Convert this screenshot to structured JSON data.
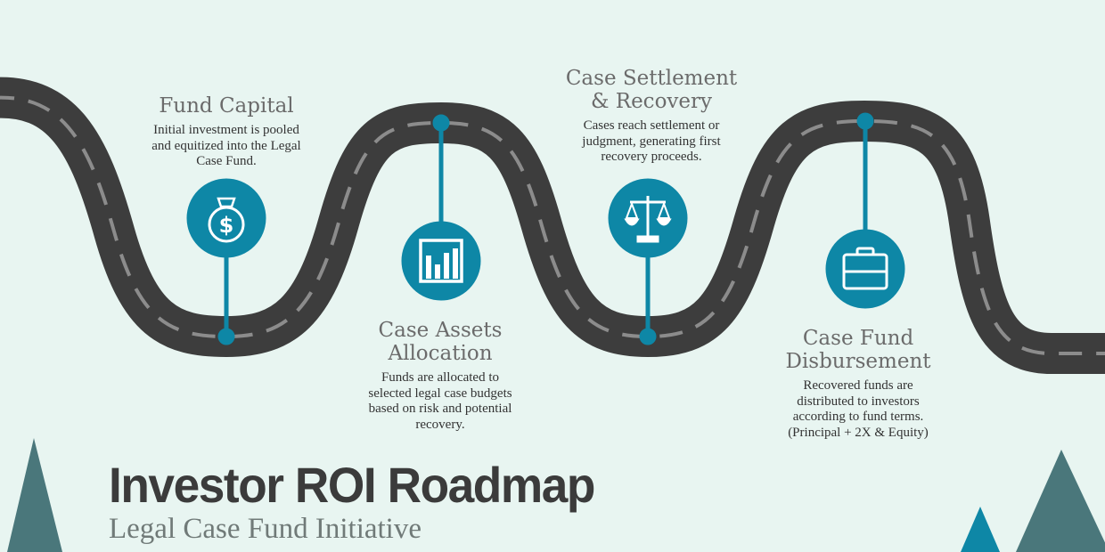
{
  "title": "Investor ROI Roadmap",
  "subtitle": "Legal Case Fund Initiative",
  "colors": {
    "background": "#e8f5f1",
    "road": "#3d3d3d",
    "lane": "#8c8c8c",
    "accent": "#0e87a6",
    "tree_dark": "#4a777b",
    "tree_light": "#0e87a6"
  },
  "steps": [
    {
      "title_lines": [
        "Fund Capital"
      ],
      "desc_lines": [
        "Initial investment is pooled",
        "and equitized into the Legal",
        "Case Fund."
      ],
      "icon": "money-bag-icon"
    },
    {
      "title_lines": [
        "Case Assets",
        "Allocation"
      ],
      "desc_lines": [
        "Funds are allocated to",
        "selected legal case budgets",
        "based on risk and potential",
        "recovery."
      ],
      "icon": "bar-chart-icon"
    },
    {
      "title_lines": [
        "Case Settlement",
        "& Recovery"
      ],
      "desc_lines": [
        "Cases reach settlement or",
        "judgment, generating first",
        "recovery proceeds."
      ],
      "icon": "scales-icon"
    },
    {
      "title_lines": [
        "Case Fund",
        "Disbursement"
      ],
      "desc_lines": [
        "Recovered funds are",
        "distributed to investors",
        "according to fund terms.",
        "(Principal + 2X & Equity)"
      ],
      "icon": "briefcase-icon"
    }
  ]
}
